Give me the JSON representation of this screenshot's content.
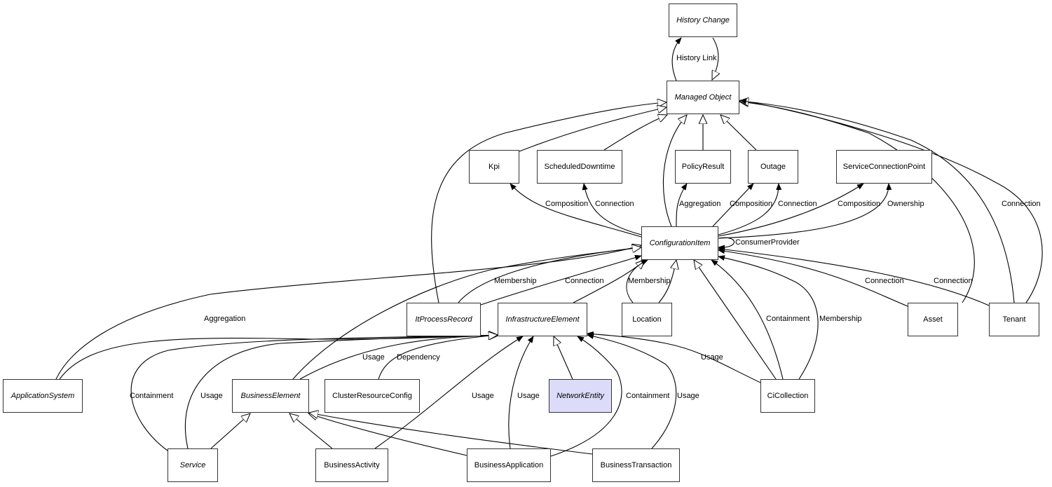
{
  "diagram": {
    "type": "UML class diagram",
    "colors": {
      "highlight_fill": "#dcdcfa",
      "node_border": "#333333",
      "edge": "#000000"
    },
    "nodes": [
      {
        "id": "HistoryChange",
        "label": "History Change",
        "abstract": true
      },
      {
        "id": "ManagedObject",
        "label": "Managed Object",
        "abstract": true
      },
      {
        "id": "Kpi",
        "label": "Kpi",
        "abstract": false
      },
      {
        "id": "ScheduledDowntime",
        "label": "ScheduledDowntime",
        "abstract": false
      },
      {
        "id": "PolicyResult",
        "label": "PolicyResult",
        "abstract": false
      },
      {
        "id": "Outage",
        "label": "Outage",
        "abstract": false
      },
      {
        "id": "ServiceConnectionPoint",
        "label": "ServiceConnectionPoint",
        "abstract": false
      },
      {
        "id": "ConfigurationItem",
        "label": "ConfigurationItem",
        "abstract": true
      },
      {
        "id": "ItProcessRecord",
        "label": "ItProcessRecord",
        "abstract": true
      },
      {
        "id": "InfrastructureElement",
        "label": "InfrastructureElement",
        "abstract": true
      },
      {
        "id": "Location",
        "label": "Location",
        "abstract": false
      },
      {
        "id": "Asset",
        "label": "Asset",
        "abstract": false
      },
      {
        "id": "Tenant",
        "label": "Tenant",
        "abstract": false
      },
      {
        "id": "ApplicationSystem",
        "label": "ApplicationSystem",
        "abstract": true
      },
      {
        "id": "BusinessElement",
        "label": "BusinessElement",
        "abstract": true
      },
      {
        "id": "ClusterResourceConfig",
        "label": "ClusterResourceConfig",
        "abstract": false
      },
      {
        "id": "NetworkEntity",
        "label": "NetworkEntity",
        "abstract": true,
        "highlighted": true
      },
      {
        "id": "CiCollection",
        "label": "CiCollection",
        "abstract": false
      },
      {
        "id": "Service",
        "label": "Service",
        "abstract": true
      },
      {
        "id": "BusinessActivity",
        "label": "BusinessActivity",
        "abstract": false
      },
      {
        "id": "BusinessApplication",
        "label": "BusinessApplication",
        "abstract": false
      },
      {
        "id": "BusinessTransaction",
        "label": "BusinessTransaction",
        "abstract": false
      }
    ],
    "edges": [
      {
        "from": "ManagedObject",
        "to": "HistoryChange",
        "label": "History Link",
        "kind": "association"
      },
      {
        "from": "HistoryChange",
        "to": "ManagedObject",
        "label": "",
        "kind": "generalization"
      },
      {
        "from": "ItProcessRecord",
        "to": "ManagedObject",
        "label": "",
        "kind": "generalization"
      },
      {
        "from": "Kpi",
        "to": "ManagedObject",
        "label": "",
        "kind": "generalization"
      },
      {
        "from": "ScheduledDowntime",
        "to": "ManagedObject",
        "label": "",
        "kind": "generalization"
      },
      {
        "from": "ConfigurationItem",
        "to": "ManagedObject",
        "label": "",
        "kind": "generalization"
      },
      {
        "from": "PolicyResult",
        "to": "ManagedObject",
        "label": "",
        "kind": "generalization"
      },
      {
        "from": "Outage",
        "to": "ManagedObject",
        "label": "",
        "kind": "generalization"
      },
      {
        "from": "Asset",
        "to": "ManagedObject",
        "label": "",
        "kind": "generalization"
      },
      {
        "from": "Tenant",
        "to": "ManagedObject",
        "label": "",
        "kind": "generalization"
      },
      {
        "from": "Tenant",
        "to": "ManagedObject",
        "label": "Connection",
        "kind": "association"
      },
      {
        "from": "ConfigurationItem",
        "to": "Kpi",
        "label": "Composition",
        "kind": "association"
      },
      {
        "from": "ConfigurationItem",
        "to": "ScheduledDowntime",
        "label": "Connection",
        "kind": "association"
      },
      {
        "from": "ConfigurationItem",
        "to": "PolicyResult",
        "label": "Aggregation",
        "kind": "association"
      },
      {
        "from": "ConfigurationItem",
        "to": "Outage",
        "label": "Composition",
        "kind": "association"
      },
      {
        "from": "ConfigurationItem",
        "to": "Outage",
        "label": "Connection",
        "kind": "association"
      },
      {
        "from": "ConfigurationItem",
        "to": "ServiceConnectionPoint",
        "label": "Composition",
        "kind": "association"
      },
      {
        "from": "ConfigurationItem",
        "to": "ServiceConnectionPoint",
        "label": "Ownership",
        "kind": "association"
      },
      {
        "from": "ConfigurationItem",
        "to": "ConfigurationItem",
        "label": "ConsumerProvider",
        "kind": "association"
      },
      {
        "from": "ApplicationSystem",
        "to": "ConfigurationItem",
        "label": "Aggregation",
        "kind": "association"
      },
      {
        "from": "ItProcessRecord",
        "to": "ConfigurationItem",
        "label": "Membership",
        "kind": "association"
      },
      {
        "from": "ItProcessRecord",
        "to": "ConfigurationItem",
        "label": "Connection",
        "kind": "association"
      },
      {
        "from": "BusinessElement",
        "to": "ConfigurationItem",
        "label": "",
        "kind": "generalization"
      },
      {
        "from": "InfrastructureElement",
        "to": "ConfigurationItem",
        "label": "",
        "kind": "generalization"
      },
      {
        "from": "Location",
        "to": "ConfigurationItem",
        "label": "Membership",
        "kind": "association"
      },
      {
        "from": "Location",
        "to": "ConfigurationItem",
        "label": "",
        "kind": "generalization"
      },
      {
        "from": "CiCollection",
        "to": "ConfigurationItem",
        "label": "",
        "kind": "generalization"
      },
      {
        "from": "CiCollection",
        "to": "ConfigurationItem",
        "label": "Containment",
        "kind": "association"
      },
      {
        "from": "CiCollection",
        "to": "ConfigurationItem",
        "label": "Membership",
        "kind": "association"
      },
      {
        "from": "Asset",
        "to": "ConfigurationItem",
        "label": "Connection",
        "kind": "association"
      },
      {
        "from": "Tenant",
        "to": "ConfigurationItem",
        "label": "Connection",
        "kind": "association"
      },
      {
        "from": "ApplicationSystem",
        "to": "InfrastructureElement",
        "label": "",
        "kind": "association"
      },
      {
        "from": "Service",
        "to": "InfrastructureElement",
        "label": "Containment",
        "kind": "association"
      },
      {
        "from": "Service",
        "to": "InfrastructureElement",
        "label": "Usage",
        "kind": "association"
      },
      {
        "from": "BusinessElement",
        "to": "InfrastructureElement",
        "label": "Usage",
        "kind": "association"
      },
      {
        "from": "ClusterResourceConfig",
        "to": "InfrastructureElement",
        "label": "Dependency",
        "kind": "association"
      },
      {
        "from": "BusinessActivity",
        "to": "InfrastructureElement",
        "label": "Usage",
        "kind": "association"
      },
      {
        "from": "BusinessApplication",
        "to": "InfrastructureElement",
        "label": "Usage",
        "kind": "association"
      },
      {
        "from": "NetworkEntity",
        "to": "InfrastructureElement",
        "label": "",
        "kind": "generalization"
      },
      {
        "from": "BusinessApplication",
        "to": "InfrastructureElement",
        "label": "Containment",
        "kind": "association"
      },
      {
        "from": "BusinessTransaction",
        "to": "InfrastructureElement",
        "label": "Usage",
        "kind": "association"
      },
      {
        "from": "CiCollection",
        "to": "InfrastructureElement",
        "label": "Usage",
        "kind": "association"
      },
      {
        "from": "Service",
        "to": "BusinessElement",
        "label": "",
        "kind": "generalization"
      },
      {
        "from": "BusinessActivity",
        "to": "BusinessElement",
        "label": "",
        "kind": "generalization"
      },
      {
        "from": "BusinessApplication",
        "to": "BusinessElement",
        "label": "",
        "kind": "generalization"
      },
      {
        "from": "BusinessTransaction",
        "to": "BusinessElement",
        "label": "",
        "kind": "generalization"
      }
    ],
    "edge_labels": [
      "History Link",
      "Composition",
      "Connection",
      "Aggregation",
      "Composition",
      "Connection",
      "Composition",
      "Ownership",
      "Connection",
      "ConsumerProvider",
      "Membership",
      "Connection",
      "Membership",
      "Connection",
      "Connection",
      "Aggregation",
      "Containment",
      "Membership",
      "Usage",
      "Dependency",
      "Usage",
      "Containment",
      "Usage",
      "Usage",
      "Usage",
      "Containment",
      "Usage"
    ]
  }
}
